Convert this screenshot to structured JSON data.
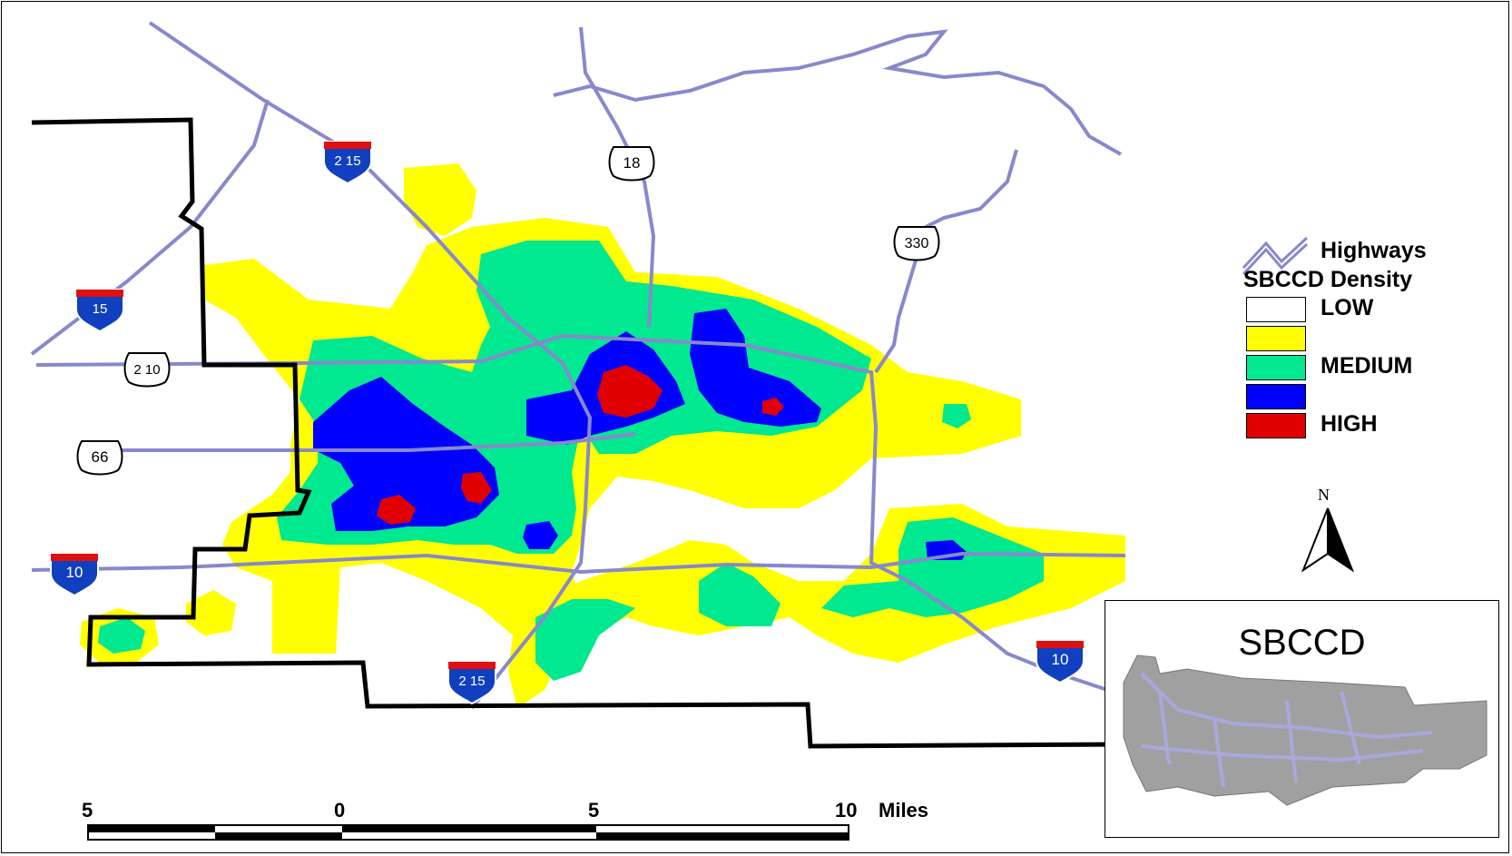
{
  "legend": {
    "highways_label": "Highways",
    "density_title": "SBCCD Density",
    "classes": [
      {
        "label": "LOW",
        "color": "#ffffff"
      },
      {
        "label": "",
        "color": "#ffff00"
      },
      {
        "label": "MEDIUM",
        "color": "#00e890"
      },
      {
        "label": "",
        "color": "#0000ff"
      },
      {
        "label": "HIGH",
        "color": "#e00000"
      }
    ]
  },
  "shields": {
    "i215_north": "2 15",
    "i215_south": "2 15",
    "i15": "15",
    "i10_west": "10",
    "i10_east": "10",
    "us18": "18",
    "sr330": "330",
    "sr210": "2 10",
    "us66": "66"
  },
  "north_arrow": {
    "label": "N"
  },
  "scale_bar": {
    "ticks": [
      "5",
      "0",
      "5",
      "10"
    ],
    "unit": "Miles"
  },
  "inset": {
    "title": "SBCCD"
  },
  "colors": {
    "low": "#ffffff",
    "yellow": "#ffff00",
    "medium": "#00e890",
    "blue": "#0000ff",
    "high": "#e00000",
    "highway": "#8888cc",
    "boundary": "#000000",
    "inset_fill": "#a0a0a0",
    "interstate_red": "#e01010",
    "interstate_blue": "#1040c0"
  }
}
